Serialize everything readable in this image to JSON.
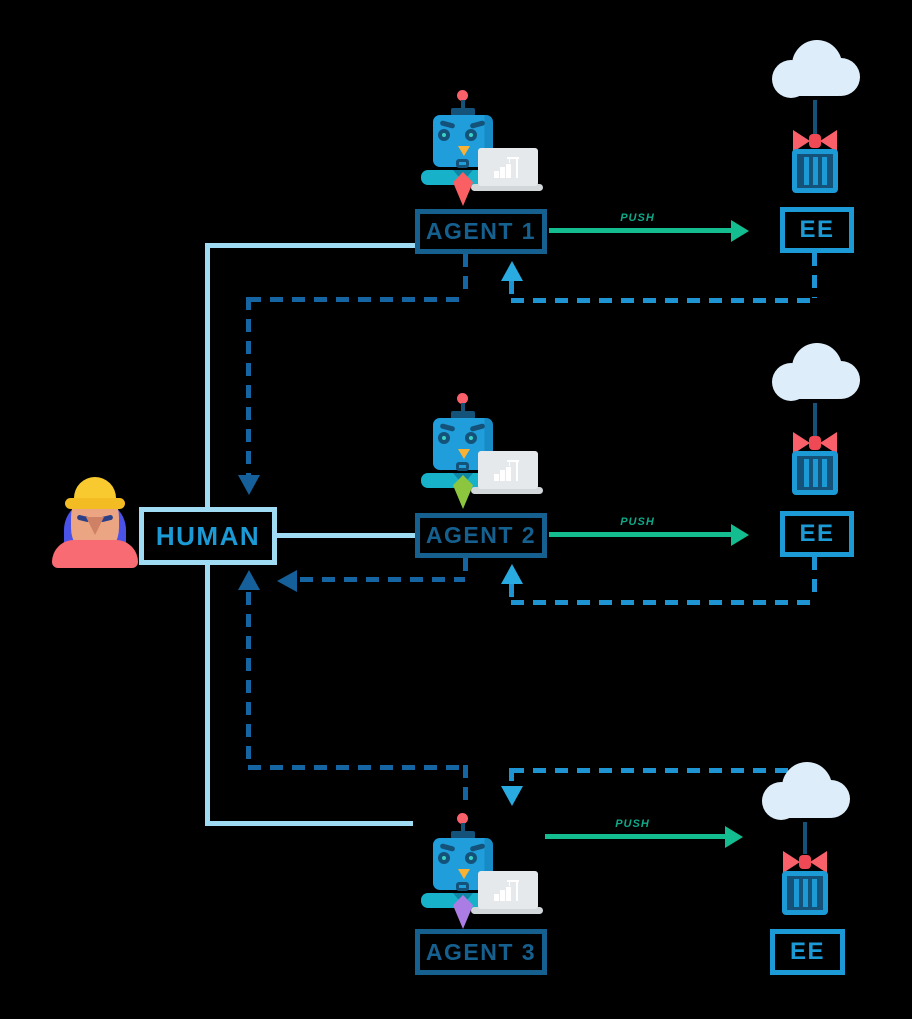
{
  "diagram": {
    "title_hint": "human-agents-execution-environments-workflow",
    "human": {
      "label": "HUMAN",
      "icon": "construction-worker-icon"
    },
    "agents": [
      {
        "label": "AGENT 1",
        "tie_color": "#fa5f63",
        "icon": "robot-with-laptop-icon"
      },
      {
        "label": "AGENT 2",
        "tie_color": "#8cc63f",
        "icon": "robot-with-laptop-icon"
      },
      {
        "label": "AGENT 3",
        "tie_color": "#ab7de4",
        "icon": "robot-with-laptop-icon"
      }
    ],
    "ees": [
      {
        "label": "EE",
        "icon": "cloud-gift-container-icon"
      },
      {
        "label": "EE",
        "icon": "cloud-gift-container-icon"
      },
      {
        "label": "EE",
        "icon": "cloud-gift-container-icon"
      }
    ],
    "push_label": "PUSH",
    "colors": {
      "background": "#000000",
      "light_blue_line": "#9fdcf3",
      "bright_blue": "#1b9ad6",
      "navy": "#15608f",
      "dash_navy": "#1565a2",
      "dash_bright": "#1e94d2",
      "arrow_bright": "#29abe2",
      "push_green": "#14bd90",
      "push_label_green": "#0fa98a",
      "cloud": "#ddeefa",
      "bow_red": "#f9606a",
      "robot_head": "#1f9edb",
      "robot_body": "#17b2c9"
    }
  }
}
